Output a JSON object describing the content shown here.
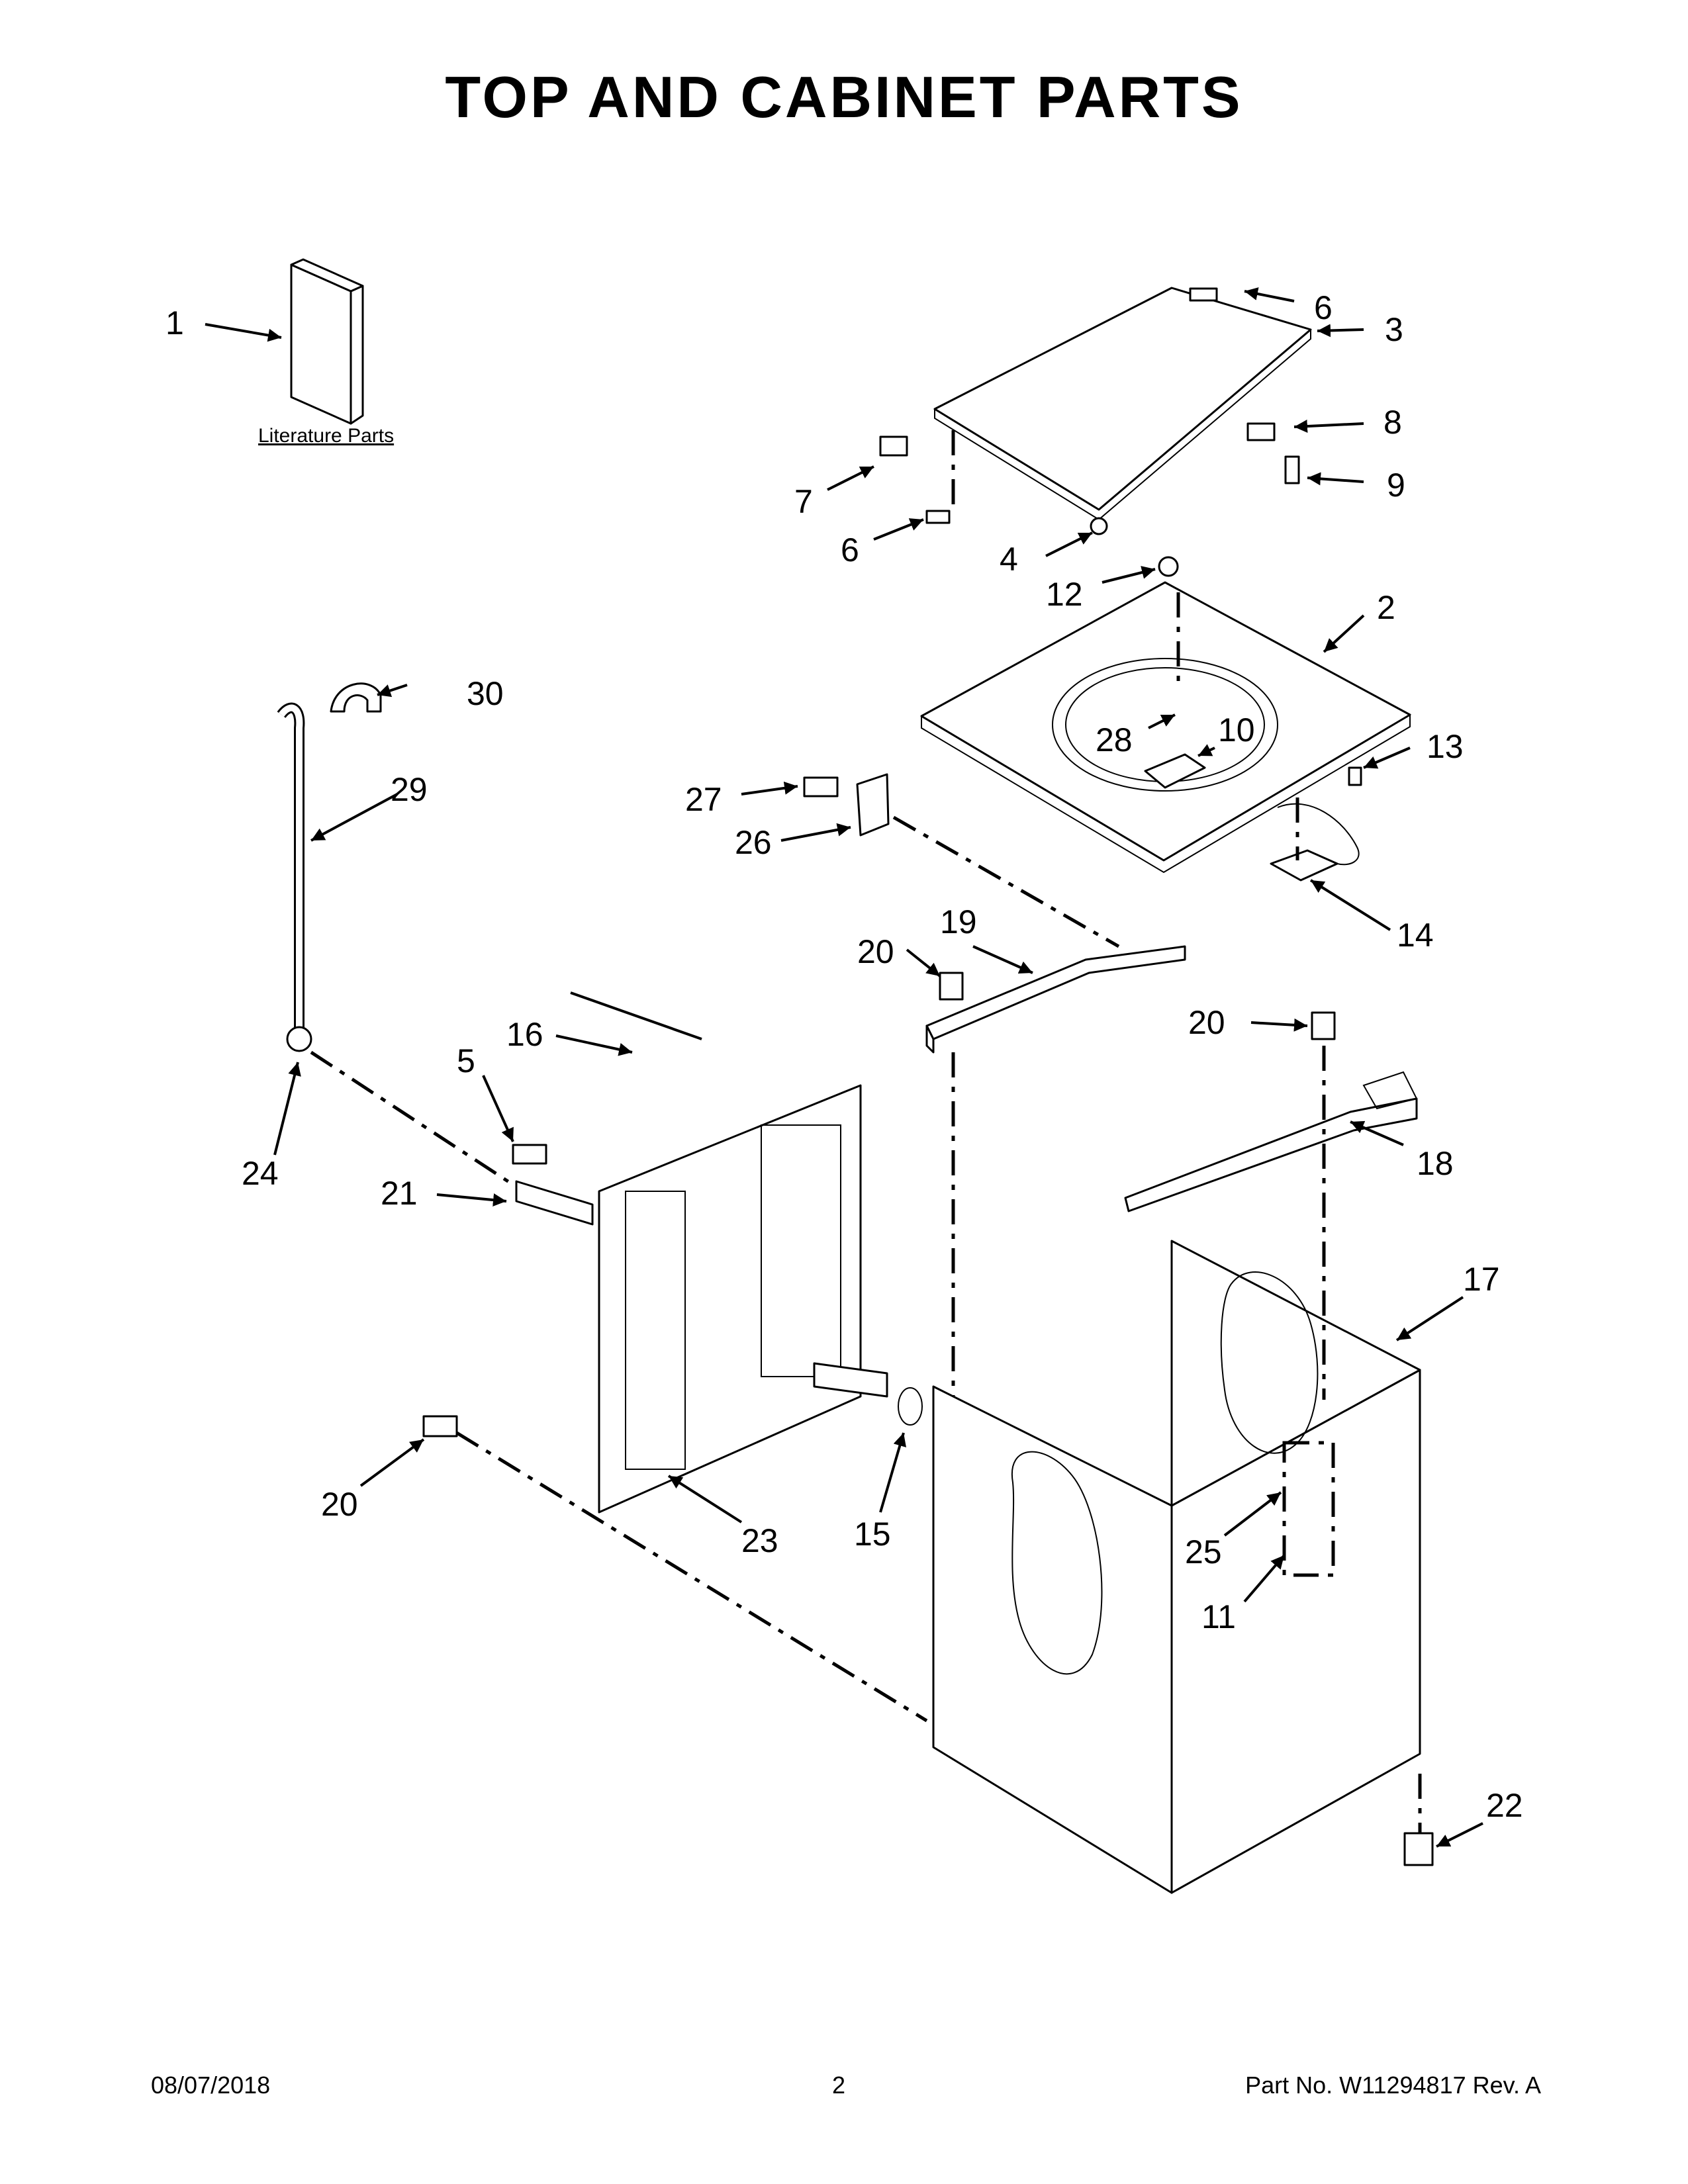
{
  "title": "TOP AND CABINET PARTS",
  "literature_label": "Literature Parts",
  "callouts": {
    "c1": "1",
    "c2": "2",
    "c3": "3",
    "c4": "4",
    "c5": "5",
    "c6a": "6",
    "c6b": "6",
    "c7": "7",
    "c8": "8",
    "c9": "9",
    "c10": "10",
    "c11": "11",
    "c12": "12",
    "c13": "13",
    "c14": "14",
    "c15": "15",
    "c16": "16",
    "c17": "17",
    "c18": "18",
    "c19": "19",
    "c20a": "20",
    "c20b": "20",
    "c20c": "20",
    "c21": "21",
    "c22": "22",
    "c23": "23",
    "c24": "24",
    "c25": "25",
    "c26": "26",
    "c27": "27",
    "c28": "28",
    "c29": "29",
    "c30": "30"
  },
  "footer": {
    "date": "08/07/2018",
    "page": "2",
    "part_no": "Part No.  W11294817  Rev.  A"
  }
}
